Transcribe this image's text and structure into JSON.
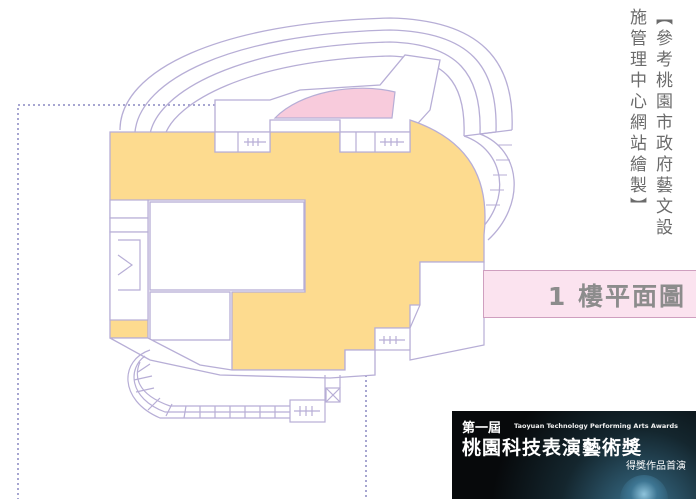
{
  "credits": {
    "line1": "【參考桃園市政府藝文設",
    "line2": "施管理中心網站繪製】"
  },
  "floor_label": "1 樓平面圖",
  "colors": {
    "floor_fill": "#fddb8f",
    "highlight_fill": "#f8cbdc",
    "outline": "#b7aed6",
    "dotted_boundary": "#8a88c2",
    "label_bg": "#fbe3ef"
  },
  "poster": {
    "title": "第一屆",
    "subtitle_en": "Taoyuan Technology Performing Arts Awards",
    "award_name": "桃園科技表演藝術獎",
    "caption": "得獎作品首演"
  }
}
